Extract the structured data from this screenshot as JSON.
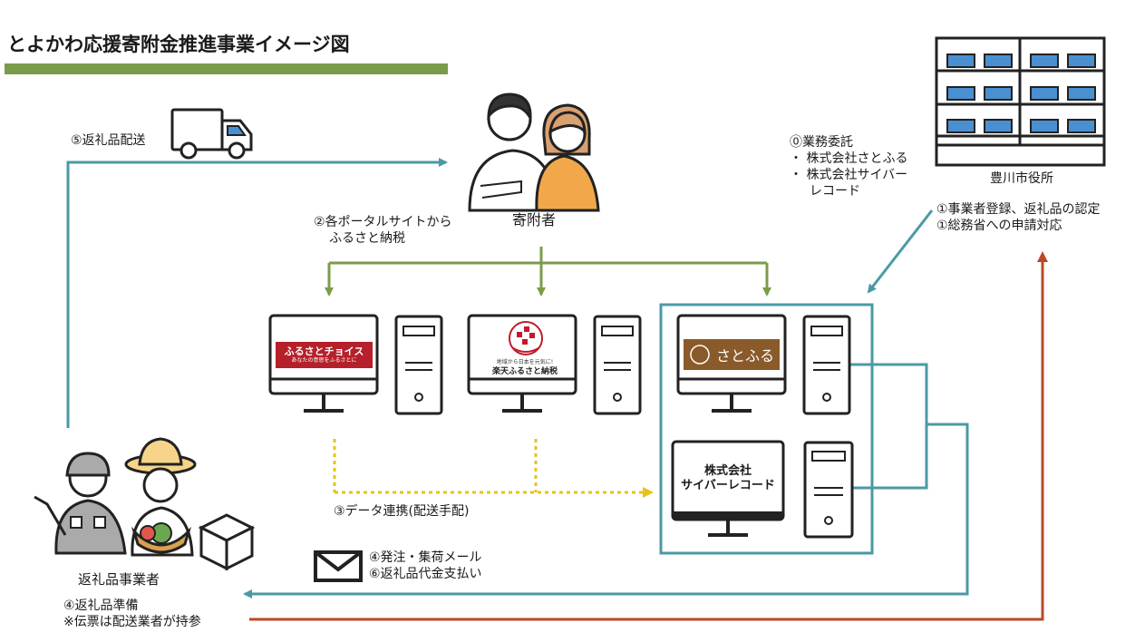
{
  "title": "とよかわ応援寄附金推進事業イメージ図",
  "actors": {
    "donor": "寄附者",
    "city_hall": "豊川市役所",
    "supplier": "返礼品事業者"
  },
  "steps": {
    "s0_head": "⓪業務委託",
    "s0_item1": "・ 株式会社さとふる",
    "s0_item2": "・ 株式会社サイバー",
    "s0_item2b": "レコード",
    "s1_line1": "①事業者登録、返礼品の認定",
    "s1_line2": "①総務省への申請対応",
    "s2_line1": "②各ポータルサイトから",
    "s2_line2": "ふるさと納税",
    "s3": "③データ連携(配送手配)",
    "s4_mail1": "④発注・集荷メール",
    "s4_mail2": "⑥返礼品代金支払い",
    "s4_prep1": "④返礼品準備",
    "s4_prep2": "※伝票は配送業者が持参",
    "s5": "⑤返礼品配送"
  },
  "portals": {
    "choice_main": "ふるさとチョイス",
    "choice_sub": "あなたの意思をふるさとに",
    "rakuten_tag": "地域から日本を元気に!",
    "rakuten_name": "楽天ふるさと納税",
    "satofull": "さとふる",
    "cyber_line1": "株式会社",
    "cyber_line2": "サイバーレコード"
  },
  "colors": {
    "teal": "#4a9aa5",
    "green": "#7a9c4a",
    "yellow": "#e8c21c",
    "red": "#b84a2a",
    "choice_red": "#b5202a",
    "satofull_brown": "#8a5a2a",
    "window_blue": "#4a8fd0",
    "person_orange": "#f2a84a"
  }
}
